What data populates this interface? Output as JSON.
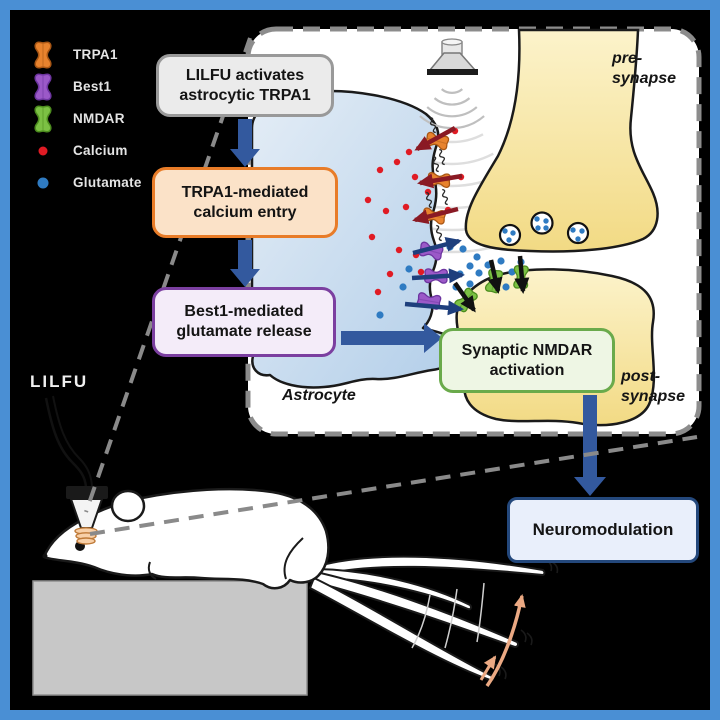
{
  "colors": {
    "frame_blue": "#4a8fd4",
    "background": "#000000",
    "panel_bg": "#ffffff",
    "panel_border": "#8c8c8c",
    "trpa1_orange": "#e8832e",
    "best1_purple": "#9b59c8",
    "nmdar_green": "#7cc144",
    "calcium_red": "#e01b24",
    "glutamate_blue": "#2f7bc2",
    "flow_arrow_blue": "#33599e",
    "calcium_arrow_darkred": "#8a1a24",
    "glutamate_arrow_navy": "#1e3f7d",
    "box_lilfu_bg": "#ebebeb",
    "box_lilfu_border": "#999999",
    "box_trpa1_bg": "#fbe2c8",
    "box_trpa1_border": "#e87c28",
    "box_best1_bg": "#f4ecf9",
    "box_best1_border": "#7b3fa0",
    "box_nmdar_bg": "#eef6e4",
    "box_nmdar_border": "#6aaa4b",
    "box_neuro_bg": "#e9effb",
    "box_neuro_border": "#24487c",
    "astrocyte_fill": "#c3d8ee",
    "synapse_fill": "#f8e7a0",
    "tail_arrow_tan": "#eba983"
  },
  "legend": {
    "items": [
      {
        "icon": "trpa1-channel-icon",
        "label": "TRPA1"
      },
      {
        "icon": "best1-channel-icon",
        "label": "Best1"
      },
      {
        "icon": "nmdar-channel-icon",
        "label": "NMDAR"
      },
      {
        "icon": "calcium-dot-icon",
        "label": "Calcium"
      },
      {
        "icon": "glutamate-dot-icon",
        "label": "Glutamate"
      }
    ]
  },
  "flowchart": {
    "steps": [
      {
        "line1": "LILFU activates",
        "line2": "astrocytic TRPA1"
      },
      {
        "line1": "TRPA1-mediated",
        "line2": "calcium entry"
      },
      {
        "line1": "Best1-mediated",
        "line2": "glutamate release"
      },
      {
        "line1": "Synaptic NMDAR",
        "line2": "activation"
      },
      {
        "line1": "Neuromodulation",
        "line2": ""
      }
    ]
  },
  "labels": {
    "presynapse": {
      "line1": "pre-",
      "line2": "synapse"
    },
    "postsynapse": {
      "line1": "post-",
      "line2": "synapse"
    },
    "astrocyte": "Astrocyte",
    "lilfu_device": "LILFU"
  }
}
